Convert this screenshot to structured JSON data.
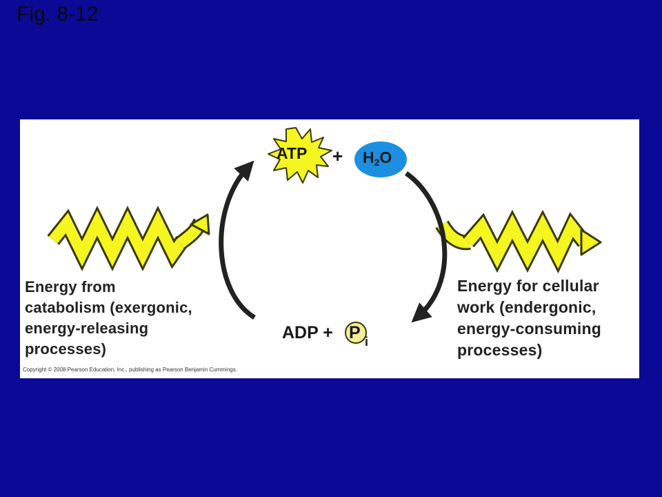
{
  "figure_label": "Fig. 8-12",
  "diagram": {
    "atp_label": "ATP",
    "plus_top": "+",
    "water": {
      "h": "H",
      "sub": "2",
      "o": "O"
    },
    "adp_label": "ADP +",
    "phosphate": {
      "p": "P",
      "sub": "i"
    },
    "left_caption": [
      "Energy from",
      "catabolism (exergonic,",
      "energy-releasing",
      "processes)"
    ],
    "right_caption": [
      "Energy for cellular",
      "work (endergonic,",
      "energy-consuming",
      "processes)"
    ],
    "copyright": "Copyright © 2008 Pearson Education, Inc., publishing as Pearson Benjamin Cummings."
  },
  "colors": {
    "background": "#0a0a96",
    "panel": "#ffffff",
    "zigzag": "#f5f520",
    "atp_burst": "#f5f520",
    "water_ellipse": "#1c8fe0",
    "phosphate_circle": "#f3ef9a",
    "cycle_arrow": "#222222"
  }
}
